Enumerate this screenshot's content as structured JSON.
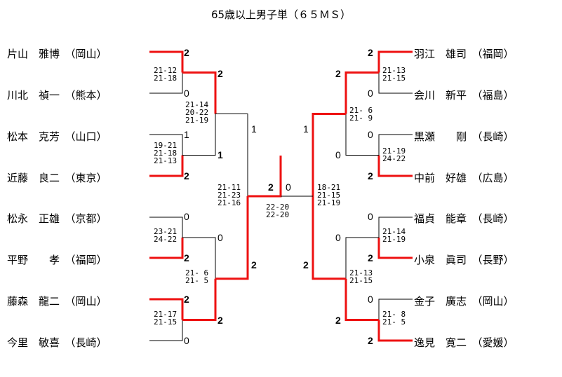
{
  "title": "65歳以上男子単（６５ＭＳ）",
  "players_left": [
    "片山　雅博　（岡山）",
    "川北　禎一　（熊本）",
    "松本　克芳　（山口）",
    "近藤　良二　（東京）",
    "松永　正雄　（京都）",
    "平野　　孝　（福岡）",
    "藤森　龍二　（岡山）",
    "今里　敏喜　（長崎）"
  ],
  "players_right": [
    "羽江　雄司　（福岡）",
    "会川　新平　（福島）",
    "黒瀬　　剛　（長崎）",
    "中前　好雄　（広島）",
    "福貞　能章　（長崎）",
    "小泉　眞司　（長野）",
    "金子　廣志　（岡山）",
    "逸見　寛二　（愛媛）"
  ],
  "scores": {
    "l_r1": [
      "2",
      "0",
      "1",
      "2",
      "0",
      "2",
      "2",
      "0"
    ],
    "l_r2": [
      "2",
      "1",
      "0",
      "2"
    ],
    "l_r3": [
      "1",
      "2"
    ],
    "final": [
      "2",
      "0"
    ],
    "r_r3": [
      "1",
      "2"
    ],
    "r_r2": [
      "2",
      "0",
      "0",
      "2"
    ],
    "r_r1": [
      "2",
      "0",
      "0",
      "2",
      "0",
      "2",
      "0",
      "2"
    ]
  },
  "sets": {
    "l_m1": "21-12\n21-18",
    "l_m2": "19-21\n21-18\n21-13",
    "l_m3": "23-21\n24-22",
    "l_m4": "21-17\n21-15",
    "l_q1": "21-14\n20-22\n21-19",
    "l_q2": "21- 6\n21- 5",
    "l_s": "21-11\n21-23\n21-16",
    "final": "22-20\n22-20",
    "r_s": "18-21\n21-15\n21-19",
    "r_q1": "21- 6\n21- 9",
    "r_q2": "21-13\n21-15",
    "r_m1": "21-13\n21-15",
    "r_m2": "21-19\n24-22",
    "r_m3": "21-14\n21-19",
    "r_m4": "21- 8\n21- 5"
  },
  "colors": {
    "winner_line": "#ee1111",
    "line": "#000000"
  }
}
